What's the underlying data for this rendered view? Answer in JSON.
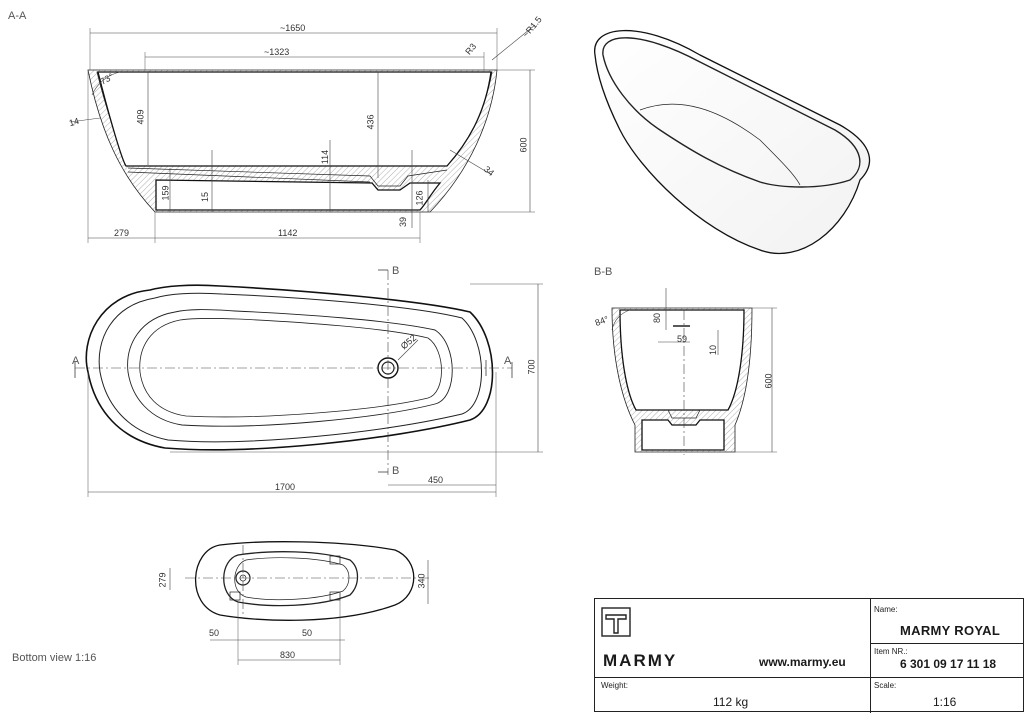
{
  "sections": {
    "aa": "A-A",
    "bb": "B-B",
    "bottom_view": "Bottom view 1:16"
  },
  "section_aa": {
    "dims": [
      "~1650",
      "~1323",
      "R3",
      "~R1.5",
      "73°",
      "14",
      "409",
      "436",
      "114",
      "600",
      "34",
      "159",
      "15",
      "126",
      "39",
      "279",
      "1142"
    ]
  },
  "plan_view": {
    "markers": [
      "A",
      "A",
      "B",
      "B"
    ],
    "dims": [
      "Ø52",
      "700",
      "1700",
      "450"
    ]
  },
  "section_bb": {
    "dims": [
      "84°",
      "80",
      "59",
      "10",
      "600"
    ]
  },
  "bottom": {
    "dims": [
      "279",
      "340",
      "50",
      "50",
      "830"
    ]
  },
  "title_block": {
    "brand": "MARMY",
    "website": "www.marmy.eu",
    "name_label": "Name:",
    "name_value": "MARMY ROYAL",
    "item_label": "Item NR.:",
    "item_value": "6 301 09 17 11 18",
    "weight_label": "Weight:",
    "weight_value": "112 kg",
    "scale_label": "Scale:",
    "scale_value": "1:16"
  },
  "icons": [
    "logo-icon"
  ]
}
